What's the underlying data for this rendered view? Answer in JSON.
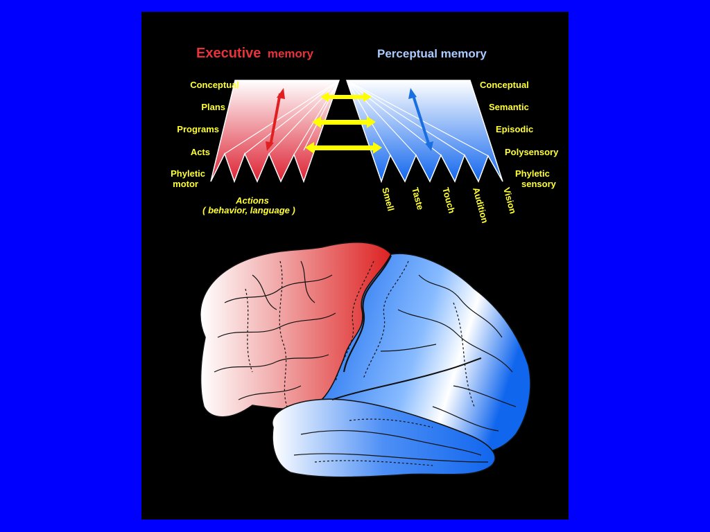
{
  "titles": {
    "executive_word": "Executive",
    "executive_memory": "memory",
    "perceptual": "Perceptual memory"
  },
  "executive_levels": [
    "Conceptual",
    "Plans",
    "Programs",
    "Acts",
    "Phyletic",
    "motor"
  ],
  "perceptual_levels": [
    "Conceptual",
    "Semantic",
    "Episodic",
    "Polysensory",
    "Phyletic",
    "sensory"
  ],
  "actions": {
    "line1": "Actions",
    "line2": "( behavior, language )"
  },
  "senses": [
    "Smell",
    "Taste",
    "Touch",
    "Audition",
    "Vision"
  ],
  "colors": {
    "background": "#0000ff",
    "panel": "#000000",
    "executive": "#e8333a",
    "perceptual": "#aaccff",
    "label": "#ffff33",
    "arrow_red": "#e02020",
    "arrow_blue": "#1a6fe0",
    "arrow_yellow": "#ffff00",
    "brain_red": "#dd2222",
    "brain_blue": "#1166ee"
  }
}
